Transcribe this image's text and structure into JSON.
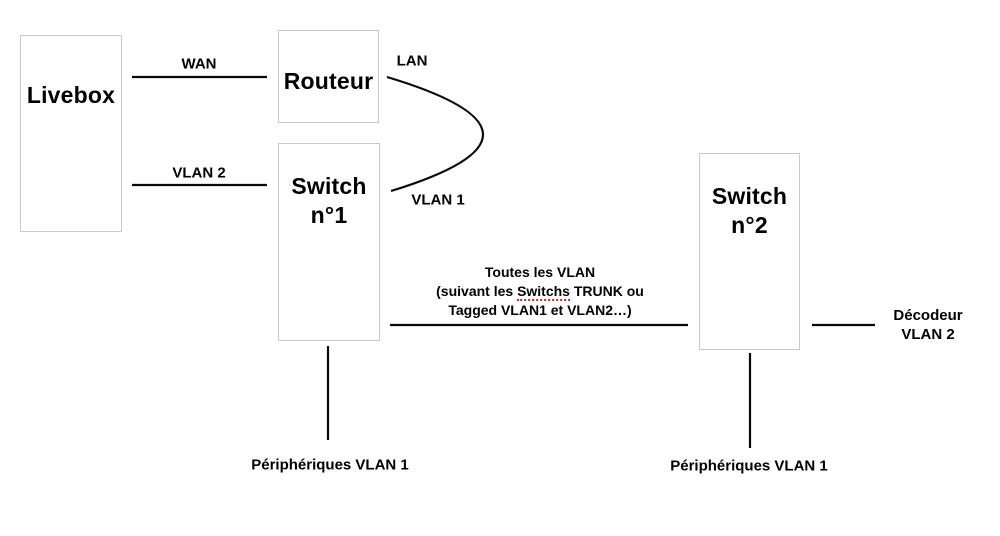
{
  "colors": {
    "background": "#ffffff",
    "line": "#0a0a0a",
    "box_border": "#c9c9c9",
    "text": "#000000",
    "spellcheck_underline": "#e02020"
  },
  "nodes": {
    "livebox": {
      "label": "Livebox"
    },
    "routeur": {
      "label": "Routeur"
    },
    "switch1": {
      "line1": "Switch",
      "line2": "n°1"
    },
    "switch2": {
      "line1": "Switch",
      "line2": "n°2"
    }
  },
  "edge_labels": {
    "wan": "WAN",
    "lan": "LAN",
    "vlan2": "VLAN 2",
    "vlan1": "VLAN 1"
  },
  "trunk": {
    "line1": "Toutes les VLAN",
    "line2_pre": "(suivant les ",
    "line2_word": "Switchs",
    "line2_post": " TRUNK ou",
    "line3": "Tagged VLAN1 et VLAN2…)"
  },
  "decodeur": {
    "line1": "Décodeur",
    "line2": "VLAN 2"
  },
  "peripherals": {
    "left": "Périphériques VLAN 1",
    "right": "Périphériques VLAN 1"
  },
  "edges": [
    {
      "from": "livebox",
      "to": "routeur",
      "port_label": "WAN"
    },
    {
      "from": "livebox",
      "to": "switch1",
      "port_label": "VLAN 2"
    },
    {
      "from": "routeur",
      "to": "switch1",
      "from_port": "LAN",
      "to_port": "VLAN 1"
    },
    {
      "from": "switch1",
      "to": "switch2"
    },
    {
      "from": "switch2",
      "to": "decodeur"
    },
    {
      "from": "switch1",
      "to": "peripherals-left"
    },
    {
      "from": "switch2",
      "to": "peripherals-right"
    }
  ]
}
